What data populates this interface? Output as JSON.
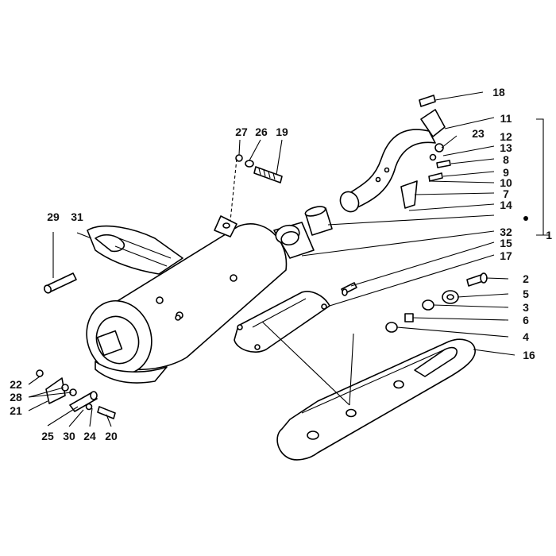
{
  "callouts": [
    {
      "id": "c1",
      "text": "1"
    },
    {
      "id": "c2",
      "text": "2"
    },
    {
      "id": "c3",
      "text": "3"
    },
    {
      "id": "c4",
      "text": "4"
    },
    {
      "id": "c5",
      "text": "5"
    },
    {
      "id": "c6",
      "text": "6"
    },
    {
      "id": "c7",
      "text": "7"
    },
    {
      "id": "c8",
      "text": "8"
    },
    {
      "id": "c9",
      "text": "9"
    },
    {
      "id": "c10",
      "text": "10"
    },
    {
      "id": "c11",
      "text": "11"
    },
    {
      "id": "c12",
      "text": "12"
    },
    {
      "id": "c13",
      "text": "13"
    },
    {
      "id": "c14",
      "text": "14"
    },
    {
      "id": "c15",
      "text": "15"
    },
    {
      "id": "c16",
      "text": "16"
    },
    {
      "id": "c17",
      "text": "17"
    },
    {
      "id": "c18",
      "text": "18"
    },
    {
      "id": "c19",
      "text": "19"
    },
    {
      "id": "c20",
      "text": "20"
    },
    {
      "id": "c21",
      "text": "21"
    },
    {
      "id": "c22",
      "text": "22"
    },
    {
      "id": "c23",
      "text": "23"
    },
    {
      "id": "c24",
      "text": "24"
    },
    {
      "id": "c25",
      "text": "25"
    },
    {
      "id": "c26",
      "text": "26"
    },
    {
      "id": "c27",
      "text": "27"
    },
    {
      "id": "c28",
      "text": "28"
    },
    {
      "id": "c29",
      "text": "29"
    },
    {
      "id": "c30",
      "text": "30"
    },
    {
      "id": "c31",
      "text": "31"
    },
    {
      "id": "c32",
      "text": "32"
    }
  ]
}
